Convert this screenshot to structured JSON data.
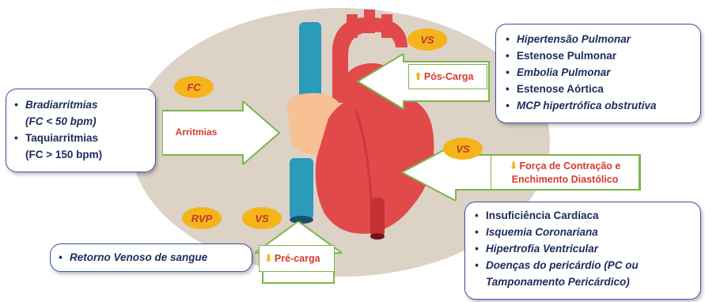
{
  "ovals": {
    "fc": "FC",
    "vs_top": "VS",
    "vs_right": "VS",
    "rvp": "RVP",
    "vs_bottom": "VS"
  },
  "labels": {
    "arritmias": "Arritmias",
    "pos_carga": "Pós-Carga",
    "forca_line1": "Força de Contração e",
    "forca_line2": "Enchimento Diastólico",
    "pre_carga": "Pré-carga"
  },
  "boxes": {
    "left": [
      "Bradiarritmias",
      "(FC < 50 bpm)",
      "Taquiarritmias",
      "(FC > 150 bpm)"
    ],
    "top_right": [
      "Hipertensão Pulmonar",
      "Estenose Pulmonar",
      "Embolia Pulmonar",
      "Estenose Aórtica",
      "MCP hipertrófica obstrutiva"
    ],
    "bottom_left": [
      "Retorno Venoso de sangue"
    ],
    "bottom_right": [
      "Insuficiência Cardíaca",
      "Isquemia Coronariana",
      "Hipertrofia Ventricular",
      "Doenças do pericárdio (PC ou",
      "Tamponamento Pericárdico)"
    ]
  },
  "colors": {
    "box_border": "#3a4fa8",
    "text_dark": "#1e2a5e",
    "label_red": "#d63b2a",
    "oval_fill": "#f4b41a",
    "arrow_border": "#7ab648",
    "background_ellipse": "#d9cfc4"
  }
}
